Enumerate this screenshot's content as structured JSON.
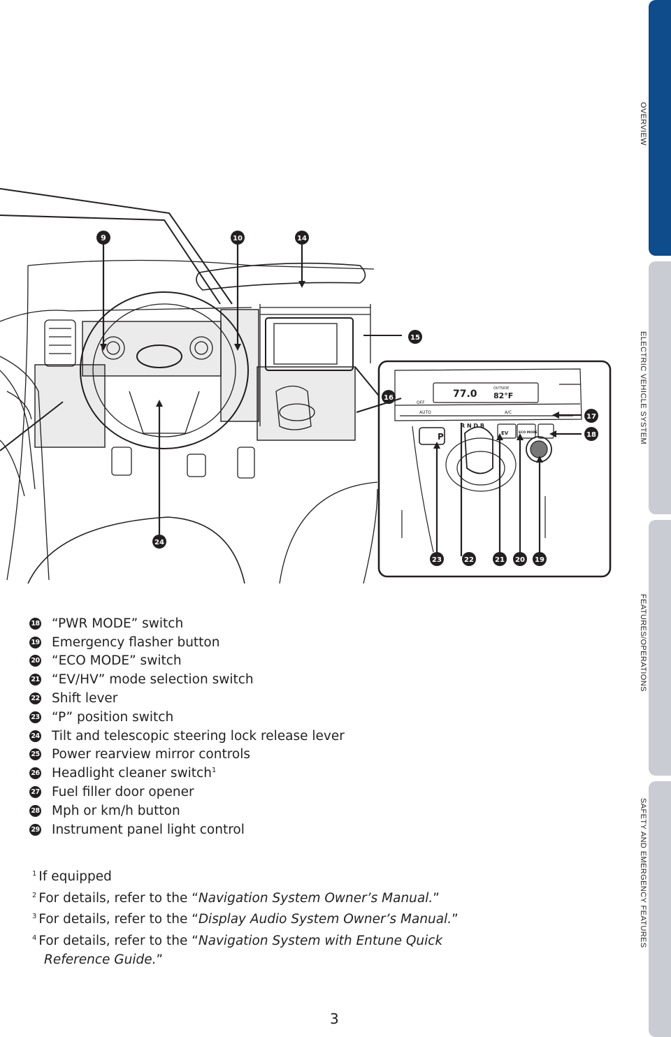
{
  "tabs": [
    {
      "label": "OVERVIEW",
      "active": true
    },
    {
      "label": "ELECTRIC VEHICLE SYSTEM",
      "active": false
    },
    {
      "label": "FEATURES/OPERATIONS",
      "active": false
    },
    {
      "label": "SAFETY AND EMERGENCY FEATURES",
      "active": false
    }
  ],
  "figure": {
    "callouts": [
      "9",
      "10",
      "14",
      "15",
      "16",
      "17",
      "18",
      "19",
      "20",
      "21",
      "22",
      "23",
      "24"
    ],
    "display_readouts": {
      "temp": "77.0",
      "outside_label": "OUTSIDE",
      "outside_temp": "82°F"
    },
    "button_labels": {
      "off": "OFF",
      "auto": "AUTO",
      "ac": "A/C",
      "ev": "EV",
      "eco": "ECO MODE",
      "park": "P",
      "gear": "R N D B"
    }
  },
  "legend": [
    {
      "num": "18",
      "text": "“PWR MODE” switch"
    },
    {
      "num": "19",
      "text": "Emergency flasher button"
    },
    {
      "num": "20",
      "text": "“ECO MODE” switch"
    },
    {
      "num": "21",
      "text": "“EV/HV” mode selection switch"
    },
    {
      "num": "22",
      "text": "Shift lever"
    },
    {
      "num": "23",
      "text": "“P” position switch"
    },
    {
      "num": "24",
      "text": "Tilt and telescopic steering lock release lever"
    },
    {
      "num": "25",
      "text": "Power rearview mirror controls"
    },
    {
      "num": "26",
      "text": "Headlight cleaner switch",
      "sup": "1"
    },
    {
      "num": "27",
      "text": "Fuel filler door opener"
    },
    {
      "num": "28",
      "text": "Mph or km/h button"
    },
    {
      "num": "29",
      "text": "Instrument panel light control"
    }
  ],
  "footnotes": [
    {
      "num": "1",
      "pre": "If equipped",
      "em": "",
      "post": ""
    },
    {
      "num": "2",
      "pre": "For details, refer to the “",
      "em": "Navigation System Owner’s Manual.",
      "post": "”"
    },
    {
      "num": "3",
      "pre": "For details, refer to the “",
      "em": "Display Audio System Owner’s Manual.",
      "post": "”"
    },
    {
      "num": "4",
      "pre": "For details, refer to the “",
      "em": "Navigation System with Entune Quick",
      "post": ""
    }
  ],
  "footnote_cont": {
    "em": "Reference Guide.",
    "post": "”"
  },
  "page_number": "3"
}
